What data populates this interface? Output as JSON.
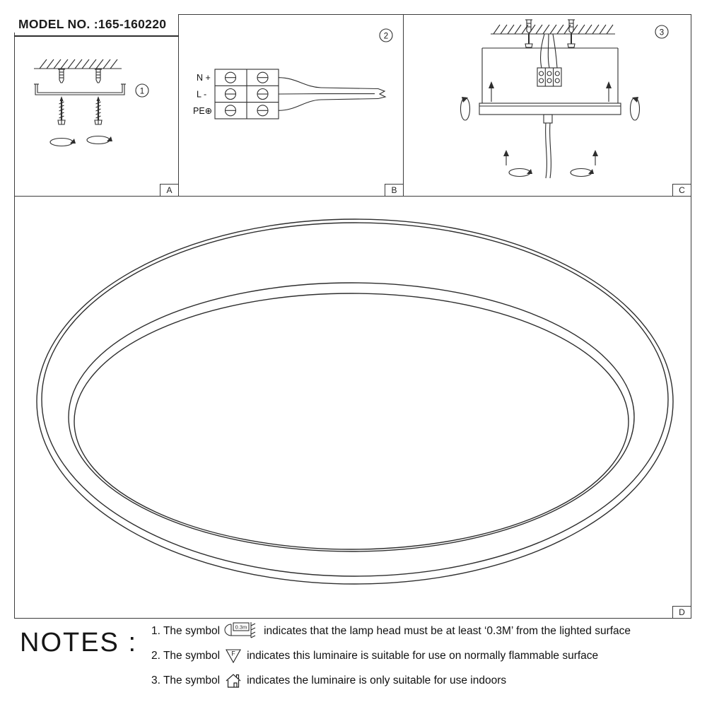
{
  "header": {
    "model_no": "MODEL NO. :165-160220"
  },
  "panels": {
    "a": {
      "label": "A",
      "step": "1"
    },
    "b": {
      "label": "B",
      "step": "2",
      "terminals": [
        "N +",
        "L -",
        "PE⊕"
      ]
    },
    "c": {
      "label": "C",
      "step": "3"
    },
    "d": {
      "label": "D"
    }
  },
  "notes": {
    "title": "NOTES :",
    "items": [
      {
        "prefix": "1. The symbol",
        "symbol_text": "0.3m",
        "text": "indicates that the lamp head must be at least ‘0.3M’ from the lighted surface"
      },
      {
        "prefix": "2. The symbol",
        "symbol_text": "F",
        "text": "indicates this luminaire is suitable for use on normally flammable surface"
      },
      {
        "prefix": "3. The symbol",
        "symbol_text": "",
        "text": "indicates the luminaire is only suitable for use indoors"
      }
    ]
  }
}
